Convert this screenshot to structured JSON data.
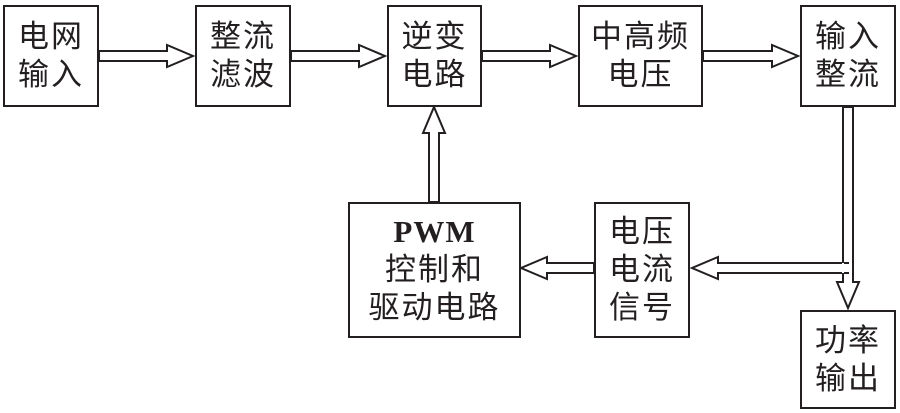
{
  "diagram": {
    "type": "block-diagram",
    "stroke_color": "#231f20",
    "background_color": "#ffffff",
    "nodes": [
      {
        "id": "grid_input",
        "lines": [
          "电网",
          "输入"
        ]
      },
      {
        "id": "rectify_filter",
        "lines": [
          "整流",
          "滤波"
        ]
      },
      {
        "id": "inverter",
        "lines": [
          "逆变",
          "电路"
        ]
      },
      {
        "id": "mid_high_freq",
        "lines": [
          "中高频",
          "电压"
        ]
      },
      {
        "id": "input_rectify",
        "lines": [
          "输入",
          "整流"
        ]
      },
      {
        "id": "power_output",
        "lines": [
          "功率",
          "输出"
        ]
      },
      {
        "id": "vi_signal",
        "lines": [
          "电压",
          "电流",
          "信号"
        ]
      },
      {
        "id": "pwm_control",
        "lines": [
          "PWM",
          "控制和",
          "驱动电路"
        ]
      }
    ],
    "edges": [
      {
        "from": "grid_input",
        "to": "rectify_filter",
        "style": "hollow-double-arrow"
      },
      {
        "from": "rectify_filter",
        "to": "inverter",
        "style": "hollow-double-arrow"
      },
      {
        "from": "inverter",
        "to": "mid_high_freq",
        "style": "hollow-double-arrow"
      },
      {
        "from": "mid_high_freq",
        "to": "input_rectify",
        "style": "hollow-double-arrow"
      },
      {
        "from": "input_rectify",
        "to": "power_output",
        "style": "hollow-double-arrow"
      },
      {
        "from": "input_rectify",
        "to": "vi_signal",
        "style": "hollow-double-arrow"
      },
      {
        "from": "vi_signal",
        "to": "pwm_control",
        "style": "hollow-double-arrow"
      },
      {
        "from": "pwm_control",
        "to": "inverter",
        "style": "hollow-double-arrow"
      }
    ]
  }
}
